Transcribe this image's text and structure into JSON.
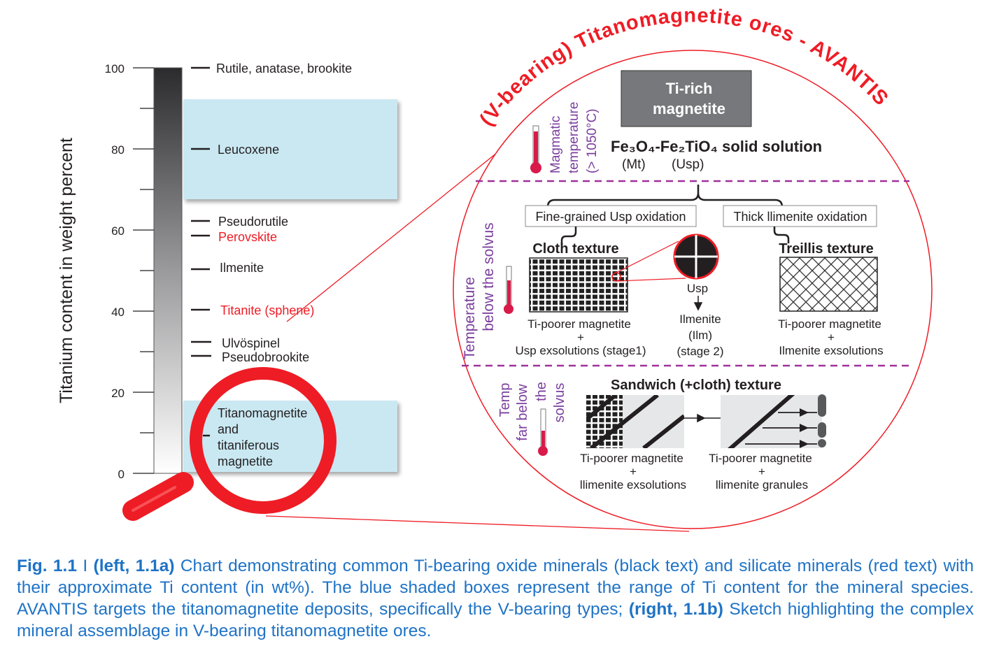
{
  "left_chart": {
    "axis_label": "Titanium content in weight percent",
    "ticks": [
      "100",
      "80",
      "60",
      "40",
      "20",
      "0"
    ],
    "minerals": [
      {
        "name": "Rutile, anatase, brookite",
        "ti": 100,
        "type": "oxide"
      },
      {
        "name": "Leucoxene",
        "ti": 80,
        "type": "oxide"
      },
      {
        "name": "Pseudorutile",
        "ti": 62,
        "type": "oxide"
      },
      {
        "name": "Perovskite",
        "ti": 58,
        "type": "silicate"
      },
      {
        "name": "Ilmenite",
        "ti": 50,
        "type": "oxide"
      },
      {
        "name": "Titanite (sphene)",
        "ti": 40,
        "type": "silicate"
      },
      {
        "name": "Ulvöspinel",
        "ti": 32,
        "type": "oxide"
      },
      {
        "name": "Pseudobrookite",
        "ti": 29,
        "type": "oxide"
      }
    ],
    "titanomagnetite_lines": [
      "Titanomagnetite",
      "and",
      "titaniferous",
      "magnetite"
    ],
    "ranges": [
      {
        "name": "Leucoxene",
        "min": 68,
        "max": 92
      },
      {
        "name": "Titanomagnetite",
        "min": 0,
        "max": 18
      }
    ],
    "colors": {
      "oxide": "#231f20",
      "silicate": "#ee1c25",
      "range_box": "#c9e8f2",
      "magnifier": "#ee1c25"
    }
  },
  "sketch": {
    "arc_title": "(V-bearing) Titanomagnetite ores - AVANTIS",
    "ti_rich_box": [
      "Ti-rich",
      "magnetite"
    ],
    "magmatic_temp": [
      "Magmatic",
      "temperature",
      "(> 1050°C)"
    ],
    "solid_solution": "Fe₃O₄-Fe₂TiO₄ solid solution",
    "mt_label": "(Mt)",
    "usp_label": "(Usp)",
    "temp_below": [
      "Temperature",
      "below the solvus"
    ],
    "fine_grained": "Fine-grained Usp oxidation",
    "thick_ilmenite": "Thick llimenite oxidation",
    "cloth_title": "Cloth texture",
    "cloth_caption": [
      "Ti-poorer magnetite",
      "+",
      "Usp exsolutions (stage1)"
    ],
    "usp_inset": "Usp",
    "ilmenite_stage": [
      "Ilmenite",
      "(Ilm)",
      "(stage 2)"
    ],
    "treillis_title": "Treillis texture",
    "treillis_caption": [
      "Ti-poorer magnetite",
      "+",
      "Ilmenite exsolutions"
    ],
    "temp_far": [
      "Temp",
      "far below",
      "the",
      "solvus"
    ],
    "sandwich_title": "Sandwich (+cloth) texture",
    "sandwich_caption": [
      "Ti-poorer magnetite",
      "+",
      "llimenite exsolutions"
    ],
    "granules_caption": [
      "Ti-poorer magnetite",
      "+",
      "llimenite granules"
    ],
    "colors": {
      "purple": "#7b3f9e",
      "dashed": "#a0309a",
      "red": "#ee1c25"
    }
  },
  "caption": {
    "fig": "Fig. 1.1",
    "sep": " I ",
    "left_tag": "(left, 1.1a)",
    "text1": " Chart demonstrating common Ti-bearing oxide minerals (black text) and silicate minerals (red text) with their approximate Ti content (in wt%). The blue shaded boxes represent the range of Ti content for the mineral species. AVANTIS targets the titanomagnetite deposits, specifically the V-bearing types; ",
    "right_tag": "(right, 1.1b)",
    "text2": " Sketch highlighting the complex mineral assemblage in V-bearing titanomagnetite ores."
  }
}
